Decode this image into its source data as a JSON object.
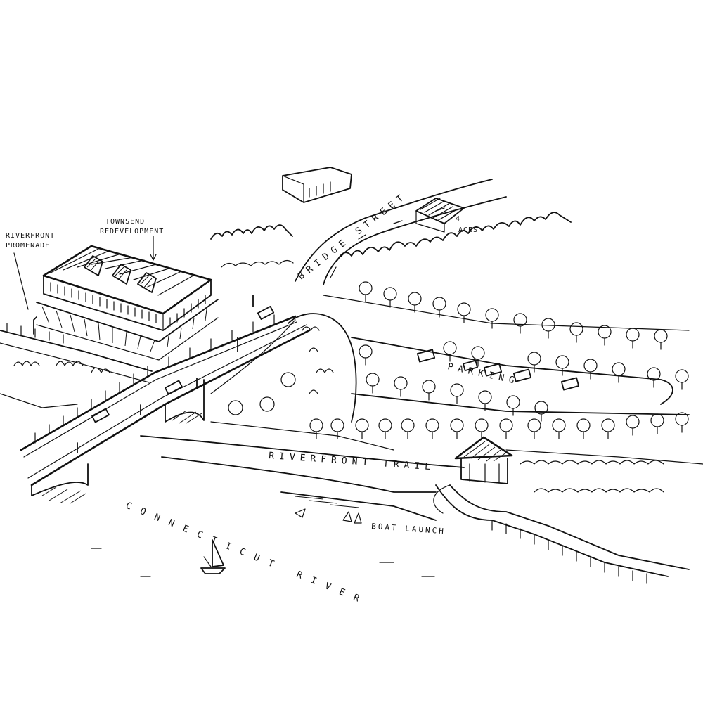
{
  "labels": {
    "riverfront_promenade": [
      "RIVERFRONT",
      "PROMENADE"
    ],
    "townsend_redevelopment": [
      "TOWNSEND",
      "REDEVELOPMENT"
    ],
    "bridge_street": "BRIDGE STREET",
    "four_aces": [
      "4",
      "ACES"
    ],
    "parking": "PARKING",
    "riverfront_trail": "RIVERFRONT TRAIL",
    "boat_launch": "BOAT LAUNCH",
    "connecticut_river": "CONNECTICUT RIVER"
  },
  "ink_color": "#111111",
  "paper_color": "#ffffff"
}
